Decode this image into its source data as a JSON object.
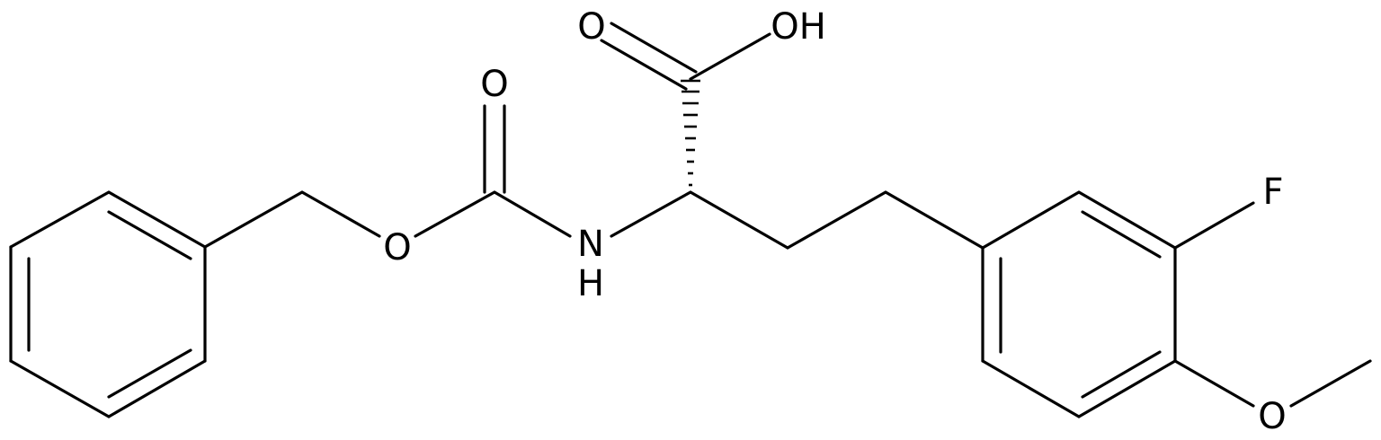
{
  "labels": {
    "carbonyl_o_acid": "O",
    "hydroxyl": "OH",
    "carbonyl_o_carbamate": "O",
    "ester_o": "O",
    "amide_n": "N",
    "amide_h": "H",
    "fluorine": "F",
    "methoxy_o": "O"
  }
}
